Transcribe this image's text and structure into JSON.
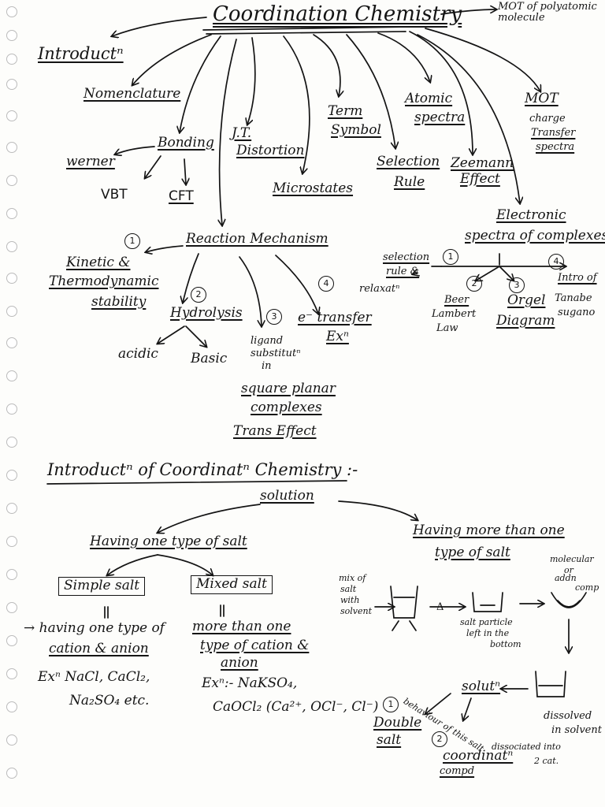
{
  "top": {
    "title": "Coordination Chemistry",
    "introduction": "Introductⁿ",
    "mo_polyatomic": "MOT of polyatomic molecule",
    "nomenclature": "Nomenclature",
    "bonding": "Bonding",
    "werner": "werner",
    "vbt": "VBT",
    "cft": "CFT",
    "jt": "J.T.",
    "jt_distortion": "Distortion",
    "term": "Term",
    "term_symbol": "Symbol",
    "microstates": "Microstates",
    "atomic": "Atomic",
    "atomic_spectra": "spectra",
    "selection": "Selection",
    "selection_rule": "Rule",
    "zeemann": "Zeemann",
    "zeemann_effect": "Effect",
    "mot": "MOT",
    "charge": "charge",
    "transfer": "Transfer",
    "spectra": "spectra"
  },
  "reaction": {
    "title": "Reaction Mechanism",
    "n1": "1",
    "kinetic": "Kinetic &",
    "thermodynamic": "Thermodynamic",
    "stability": "stability",
    "n2": "2",
    "hydrolysis": "Hydrolysis",
    "acidic": "acidic",
    "basic": "Basic",
    "n3": "3",
    "ligand1": "ligand",
    "ligand2": "substitutⁿ",
    "ligand3": "in",
    "ligand4": "square planar",
    "ligand5": "complexes",
    "ligand6": "Trans Effect",
    "n4": "4",
    "etransfer": "e⁻ transfer",
    "ex": "Exⁿ"
  },
  "electronic": {
    "title1": "Electronic",
    "title2": "spectra of complexes",
    "n1": "1",
    "selection1": "selection",
    "selection2": "rule &",
    "relaxation": "relaxatⁿ",
    "n2": "2",
    "beer1": "Beer",
    "beer2": "Lambert",
    "beer3": "Law",
    "n3": "3",
    "orgel1": "Orgel",
    "orgel2": "Diagram",
    "n4": "4",
    "intro1": "Intro of",
    "intro2": "Tanabe",
    "intro3": "sugano"
  },
  "intro_section": {
    "heading": "Introductⁿ of Coordinatⁿ Chemistry :-",
    "solution": "solution",
    "one_type": "Having one type of salt",
    "more_than_one1": "Having more than one",
    "more_than_one2": "type of salt",
    "simple_salt": "Simple salt",
    "mixed_salt": "Mixed salt",
    "simple_desc1": "→ having one type of",
    "simple_desc2": "cation & anion",
    "simple_ex1": "Exⁿ NaCl, CaCl₂,",
    "simple_ex2": "Na₂SO₄ etc.",
    "mixed_desc1": "more than one",
    "mixed_desc2": "type of cation &",
    "mixed_desc3": "anion",
    "mixed_ex1": "Exⁿ:- NaKSO₄,",
    "mixed_ex2": "CaOCl₂ (Ca²⁺, OCl⁻, Cl⁻)",
    "mix1": "mix of",
    "mix2": "salt",
    "mix3": "with",
    "mix4": "solvent",
    "delta": "Δ",
    "particle1": "salt particle",
    "particle2": "left in the",
    "particle3": "bottom",
    "molecular1": "molecular",
    "molecular2": "or",
    "molecular3": "addn",
    "molecular4": "comp",
    "solution2": "solutⁿ",
    "dissolved1": "dissolved",
    "dissolved2": "in solvent",
    "behaviour": "behaviour of this salt",
    "n1": "1",
    "double1": "Double",
    "double2": "salt",
    "n2": "2",
    "coord1": "coordinatⁿ",
    "coord2": "compd",
    "dissociated1": "dissociated into",
    "dissociated2": "2 cat."
  }
}
